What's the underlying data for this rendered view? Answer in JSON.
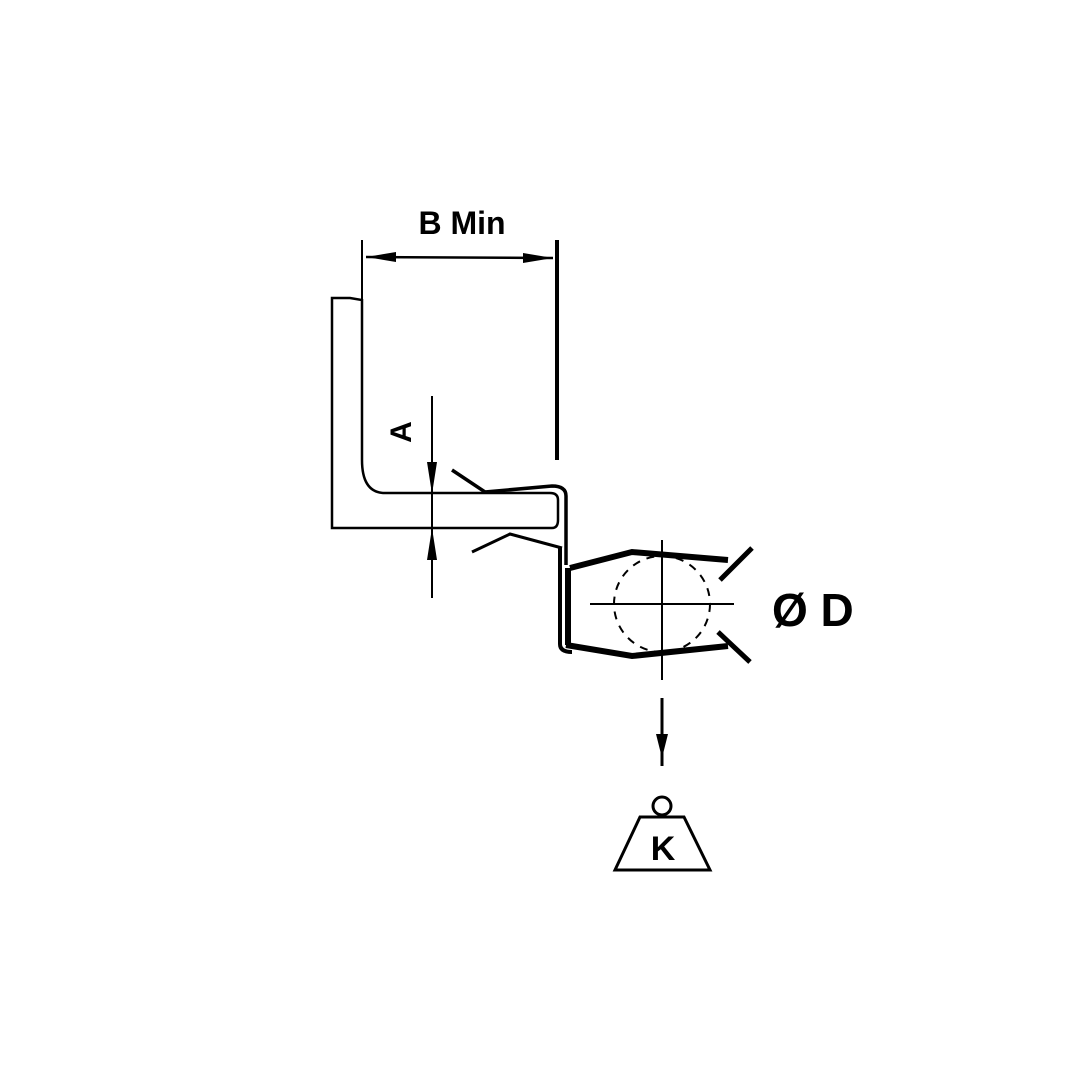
{
  "diagram": {
    "labels": {
      "width_dimension": "B Min",
      "depth_dimension": "A",
      "diameter": "Ø D",
      "weight": "K"
    },
    "colors": {
      "line": "#000000",
      "background": "#ffffff"
    }
  }
}
